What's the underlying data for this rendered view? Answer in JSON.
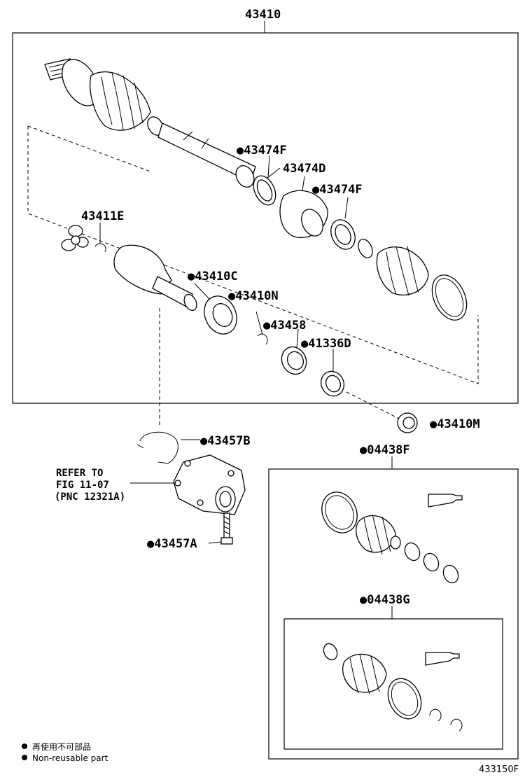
{
  "assembly": {
    "number": "43410"
  },
  "labels": {
    "p43474F_a": "●43474F",
    "p43474D": "43474D",
    "p43474F_b": "●43474F",
    "p43411E": "43411E",
    "p43410C": "●43410C",
    "p43410N": "●43410N",
    "p43458": "●43458",
    "p41336D": "●41336D",
    "p43410M": "●43410M",
    "p43457B": "●43457B",
    "p43457A": "●43457A",
    "p04438F": "●04438F",
    "p04438G": "●04438G"
  },
  "reference": {
    "line1": "REFER TO",
    "line2": "FIG 11-07",
    "line3": "(PNC 12321A)"
  },
  "legend": {
    "jp": "再使用不可部品",
    "en": "Non-reusable part"
  },
  "figure_id": "433150F"
}
